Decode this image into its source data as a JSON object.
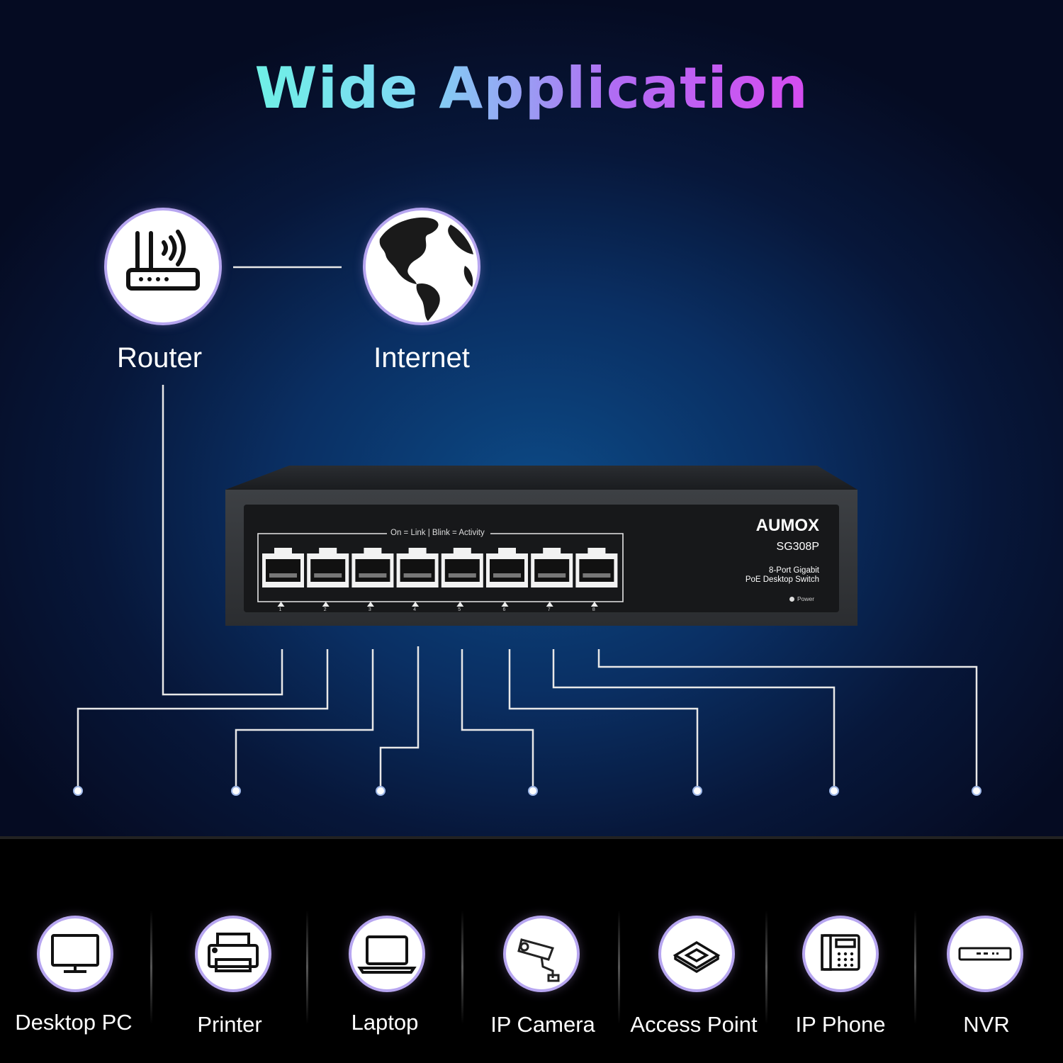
{
  "title": "Wide Application",
  "top_nodes": [
    {
      "label": "Router",
      "icon": "router-icon"
    },
    {
      "label": "Internet",
      "icon": "globe-icon"
    }
  ],
  "switch": {
    "brand": "AUMOX",
    "model": "SG308P",
    "desc_line1": "8-Port Gigabit",
    "desc_line2": "PoE Desktop Switch",
    "legend": "On = Link | Blink = Activity",
    "power_label": "Power",
    "ports": [
      "1",
      "2",
      "3",
      "4",
      "5",
      "6",
      "7",
      "8"
    ]
  },
  "devices": [
    {
      "label": "Desktop PC",
      "icon": "monitor-icon"
    },
    {
      "label": "Printer",
      "icon": "printer-icon"
    },
    {
      "label": "Laptop",
      "icon": "laptop-icon"
    },
    {
      "label": "IP Camera",
      "icon": "camera-icon"
    },
    {
      "label": "Access Point",
      "icon": "access-point-icon"
    },
    {
      "label": "IP Phone",
      "icon": "phone-icon"
    },
    {
      "label": "NVR",
      "icon": "nvr-icon"
    }
  ]
}
